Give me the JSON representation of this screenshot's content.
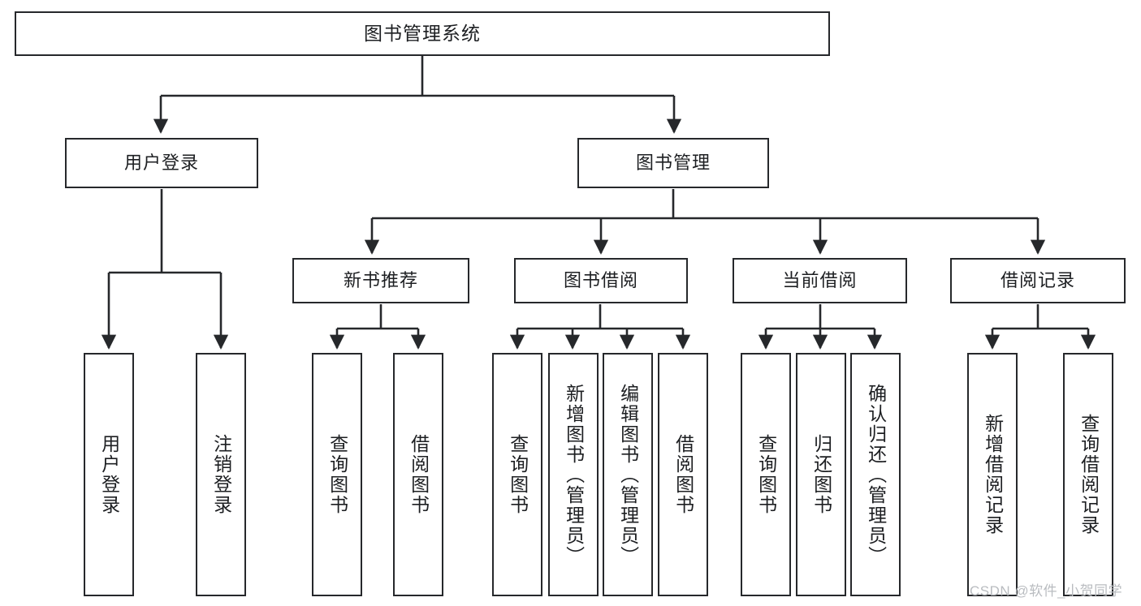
{
  "diagram": {
    "type": "tree-hierarchy-chart",
    "title": "图书管理系统",
    "stroke_color": "#26282b",
    "fill_color": "#ffffff",
    "text_color": "#1d1f22",
    "root": {
      "label": "图书管理系统"
    },
    "level2": [
      {
        "label": "用户登录"
      },
      {
        "label": "图书管理"
      }
    ],
    "level3": [
      {
        "label": "新书推荐"
      },
      {
        "label": "图书借阅"
      },
      {
        "label": "当前借阅"
      },
      {
        "label": "借阅记录"
      }
    ],
    "leaves": {
      "user_login": [
        {
          "label": "用户登录"
        },
        {
          "label": "注销登录"
        }
      ],
      "new_book_recommend": [
        {
          "label": "查询图书"
        },
        {
          "label": "借阅图书"
        }
      ],
      "book_borrow": [
        {
          "label": "查询图书"
        },
        {
          "label": "新增图书（管理员）"
        },
        {
          "label": "编辑图书（管理员）"
        },
        {
          "label": "借阅图书"
        }
      ],
      "current_borrow": [
        {
          "label": "查询图书"
        },
        {
          "label": "归还图书"
        },
        {
          "label": "确认归还（管理员）"
        }
      ],
      "borrow_record": [
        {
          "label": "新增借阅记录"
        },
        {
          "label": "查询借阅记录"
        }
      ]
    }
  },
  "watermark": {
    "text": "CSDN @软件_小贺同学"
  }
}
